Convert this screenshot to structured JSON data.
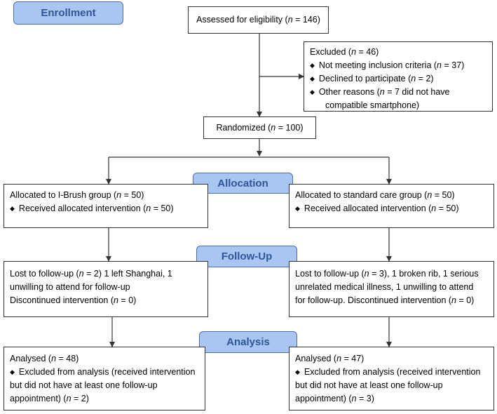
{
  "stages": {
    "enrollment": "Enrollment",
    "allocation": "Allocation",
    "followup": "Follow-Up",
    "analysis": "Analysis"
  },
  "assessed": {
    "text": "Assessed for eligibility (n = 146)"
  },
  "excluded": {
    "title": "Excluded (n = 46)",
    "items": [
      "Not meeting inclusion criteria (n = 37)",
      "Declined to participate (n = 2)",
      "Other reasons (n = 7 did not have"
    ],
    "continuation": "compatible smartphone)"
  },
  "randomized": {
    "text": "Randomized (n = 100)"
  },
  "left": {
    "allocation_title": "Allocated to I-Brush group (n = 50)",
    "allocation_item": "Received allocated intervention (n = 50)",
    "followup_lines": [
      "Lost to follow-up (n = 2) 1 left Shanghai, 1",
      "unwilling to attend for follow-up",
      "Discontinued intervention (n = 0)"
    ],
    "analysis_title": "Analysed (n = 48)",
    "analysis_item_lines": [
      "Excluded from analysis (received intervention",
      "but did not have at least one follow-up",
      "appointment) (n = 2)"
    ]
  },
  "right": {
    "allocation_title": "Allocated to standard care group (n = 50)",
    "allocation_item": "Received allocated intervention (n = 50)",
    "followup_lines": [
      "Lost to follow-up (n = 3), 1 broken rib, 1 serious",
      "unrelated medical illness, 1 unwilling to attend",
      "for follow-up. Discontinued intervention (n = 0)"
    ],
    "analysis_title": "Analysed (n = 47)",
    "analysis_item_lines": [
      "Excluded from analysis (received intervention",
      "but did not have at least one follow-up",
      "appointment) (n = 3)"
    ]
  },
  "colors": {
    "label_fill": "#a9c6f3",
    "label_text": "#2f5597",
    "line": "#333333"
  }
}
